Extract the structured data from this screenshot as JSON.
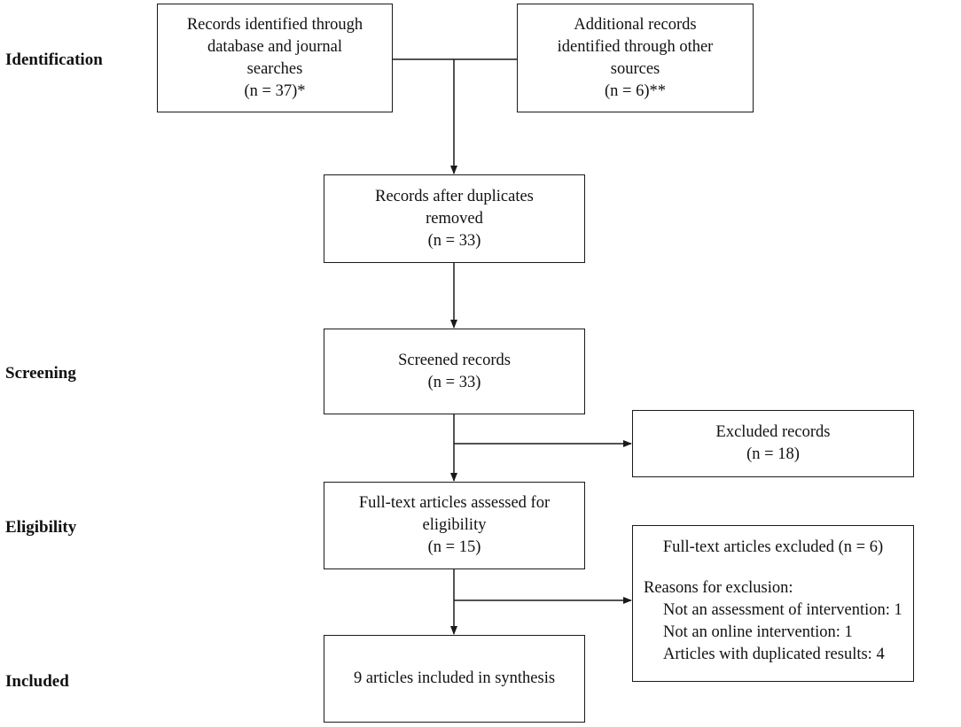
{
  "stages": {
    "identification": "Identification",
    "screening": "Screening",
    "eligibility": "Eligibility",
    "included": "Included"
  },
  "boxes": {
    "records_identified": [
      "Records identified through",
      "database and journal",
      "searches",
      "(n = 37)*"
    ],
    "additional_records": [
      "Additional records",
      "identified through other",
      "sources",
      "(n = 6)**"
    ],
    "after_duplicates": [
      "Records after duplicates",
      "removed",
      "(n = 33)"
    ],
    "screened": [
      "Screened records",
      "(n = 33)"
    ],
    "excluded": [
      "Excluded records",
      "(n = 18)"
    ],
    "full_text": [
      "Full-text articles assessed for",
      "eligibility",
      "(n = 15)"
    ],
    "full_text_excluded": {
      "title": "Full-text articles excluded (n = 6)",
      "reasons_header": "Reasons for exclusion:",
      "reasons": [
        "Not an assessment of intervention: 1",
        "Not an online intervention: 1",
        "Articles with duplicated results: 4"
      ]
    },
    "included": [
      "9 articles included in synthesis"
    ]
  }
}
